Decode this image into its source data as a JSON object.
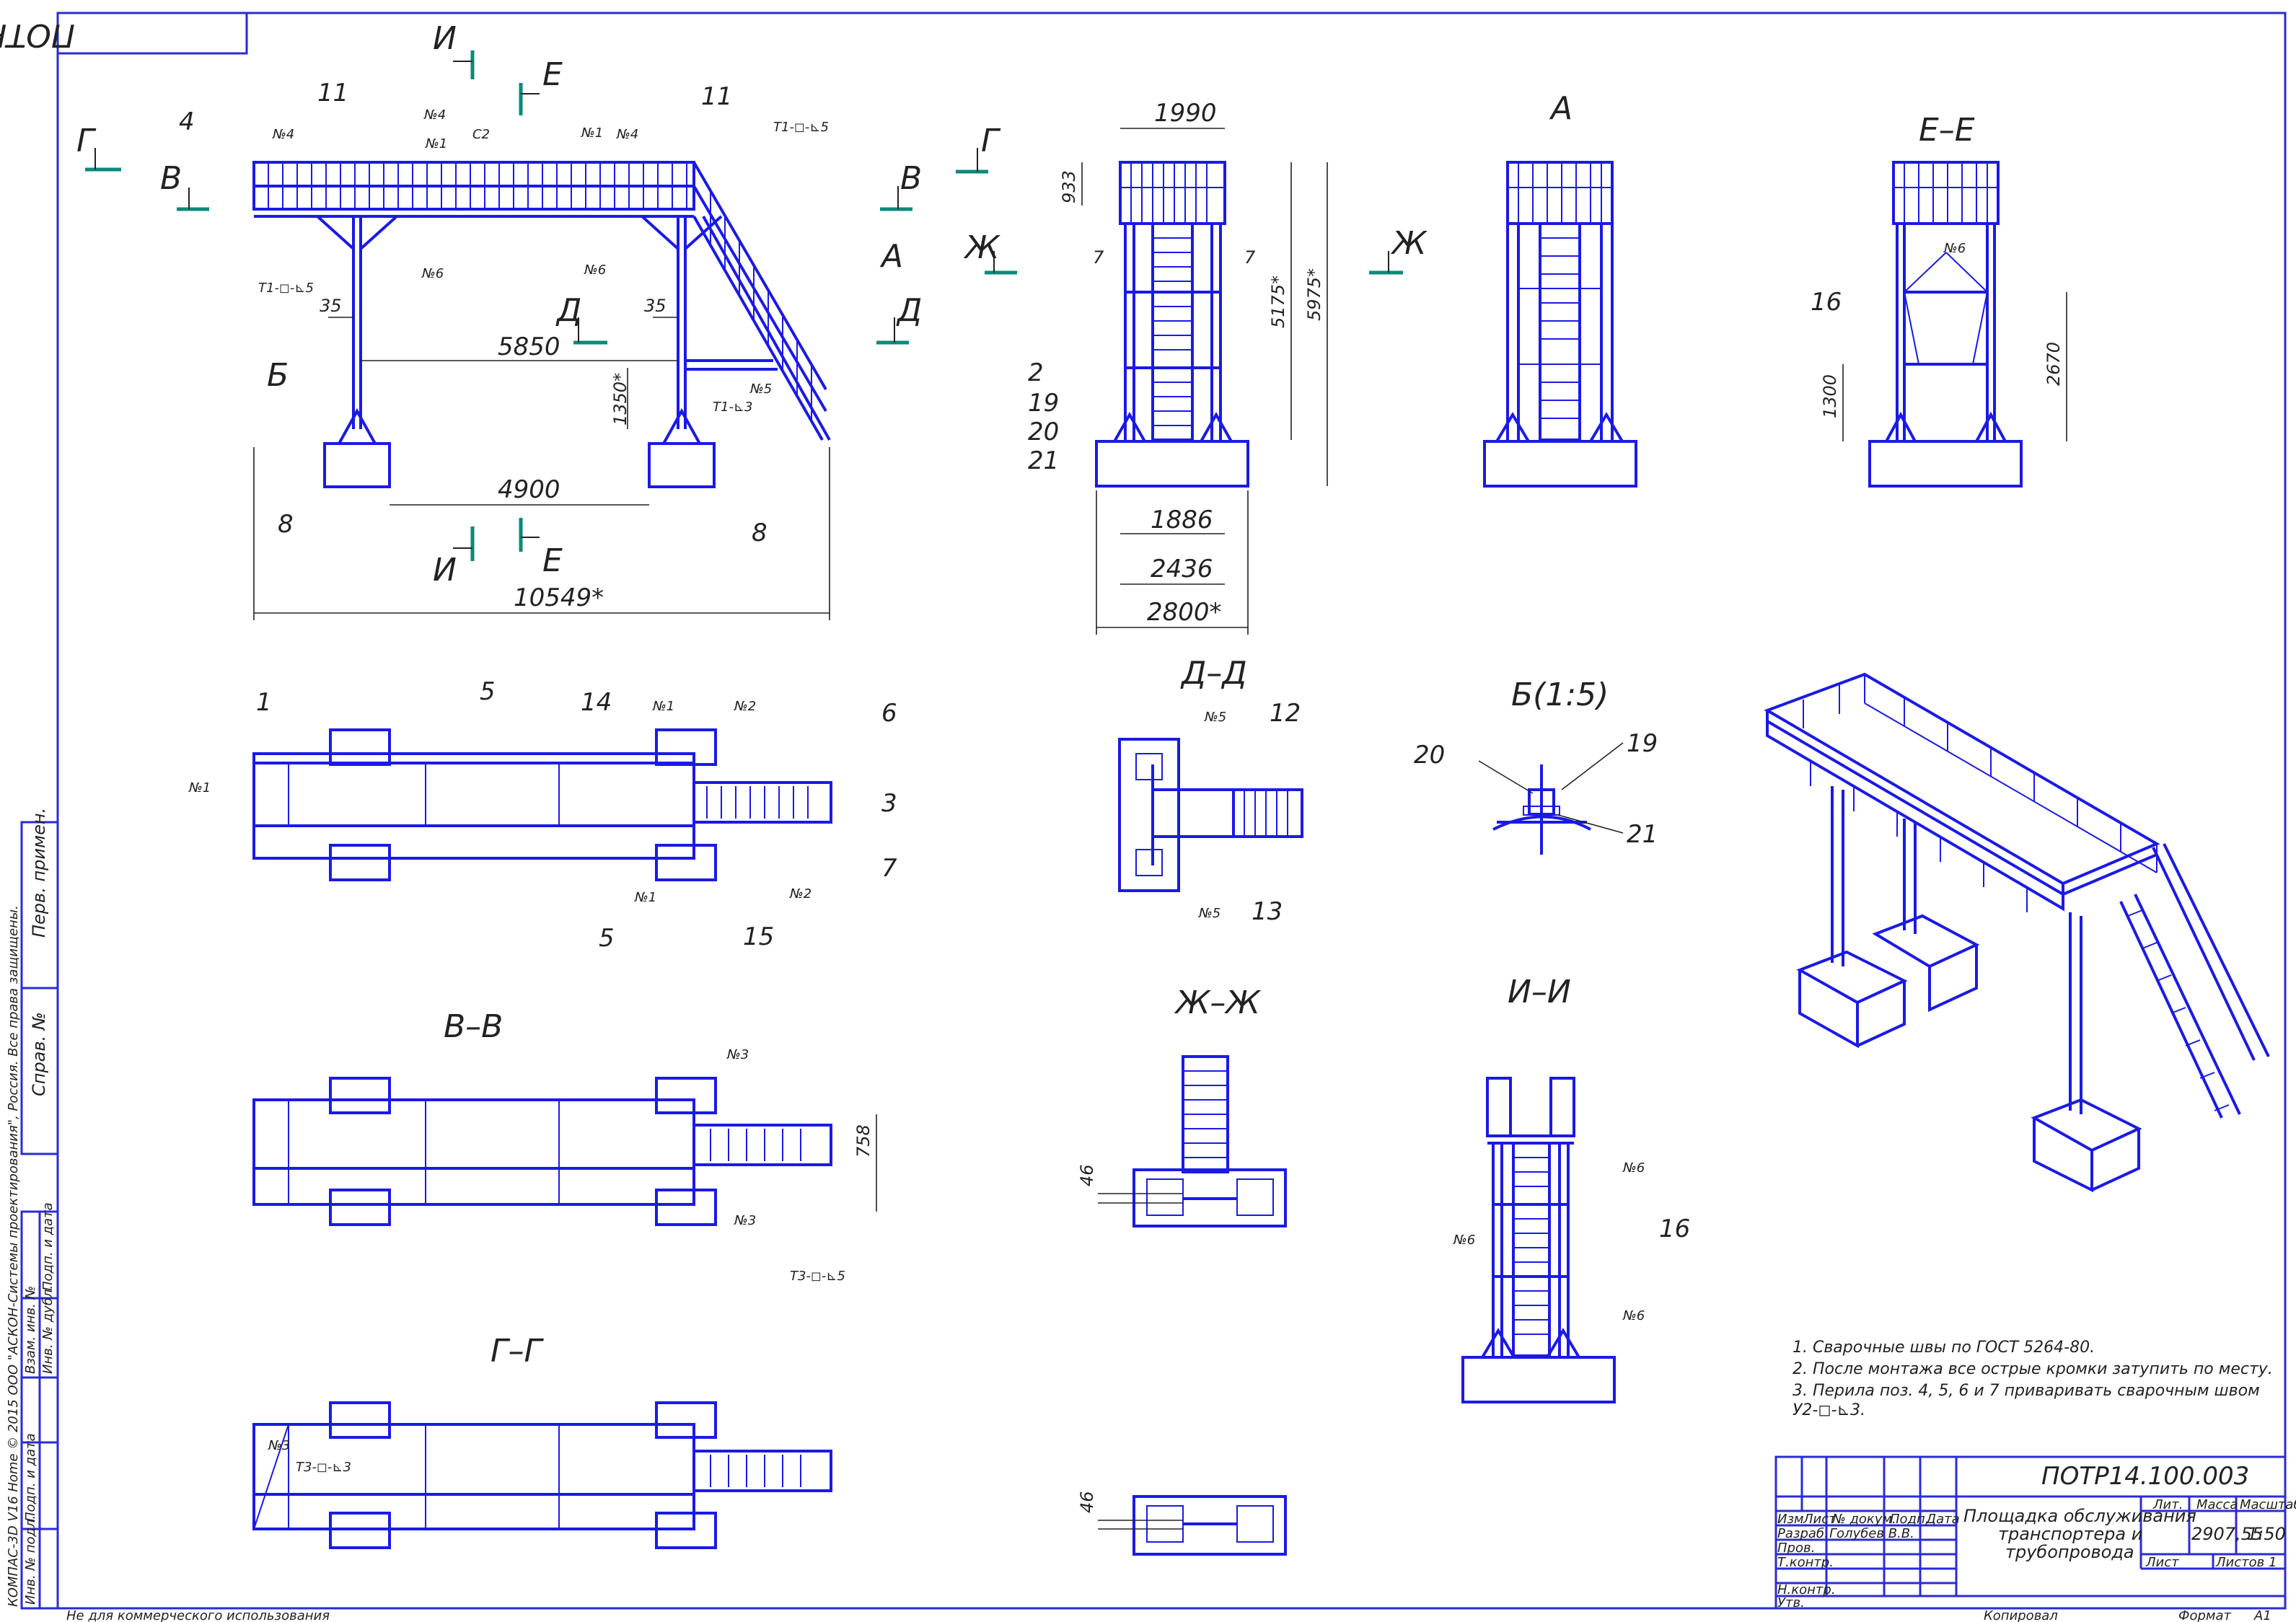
{
  "drawing_code": "ПОТР14.100.003",
  "title_lines": [
    "Площадка обслуживания",
    "транспортера и",
    "трубопровода"
  ],
  "views": {
    "A": "А",
    "EE": "Е–Е",
    "DD": "Д–Д",
    "B15": "Б(1:5)",
    "VV": "В–В",
    "GG": "Г–Г",
    "ZhZh": "Ж–Ж",
    "II": "И–И"
  },
  "section_marks": {
    "I": "И",
    "E": "Е",
    "G": "Г",
    "V": "В",
    "A": "А",
    "D": "Д",
    "Zh": "Ж",
    "B": "Б"
  },
  "dimensions": {
    "d5850": "5850",
    "d4900": "4900",
    "d10549": "10549*",
    "d1350": "1350*",
    "d35a": "35",
    "d35b": "35",
    "d1990": "1990",
    "d933": "933",
    "d5175": "5175*",
    "d5975": "5975*",
    "d7a": "7",
    "d7b": "7",
    "d1886": "1886",
    "d2436": "2436",
    "d2800": "2800*",
    "d2670": "2670",
    "d1300": "1300",
    "d758": "758",
    "d46a": "46",
    "d46b": "46"
  },
  "positions": {
    "p1": "1",
    "p2": "2",
    "p3": "3",
    "p4": "4",
    "p5": "5",
    "p6": "6",
    "p7": "7",
    "p8": "8",
    "p11": "11",
    "p12": "12",
    "p13": "13",
    "p14": "14",
    "p15": "15",
    "p16": "16",
    "p19": "19",
    "p20": "20",
    "p21": "21"
  },
  "weld_marks": {
    "n1": "№1",
    "n2": "№2",
    "n3": "№3",
    "n4": "№4",
    "n5": "№5",
    "n6": "№6",
    "c2": "С2",
    "t1_5": "Т1-◻-⊾5",
    "t1_3": "Т1-⊾3",
    "t3_5": "Т3-◻-⊾5",
    "t3_3": "Т3-◻-⊾3"
  },
  "notes": [
    "1. Сварочные швы по ГОСТ 5264-80.",
    "2. После монтажа все острые кромки затупить по месту.",
    "3. Перила поз. 4, 5, 6 и 7 приваривать сварочным швом",
    "У2-◻-⊾3."
  ],
  "title_block": {
    "header_cells": [
      "Изм",
      "Лист",
      "№ докум.",
      "Подп.",
      "Дата"
    ],
    "roles": [
      "Разраб.",
      "Пров.",
      "Т.контр.",
      "",
      "Н.контр.",
      "Утв."
    ],
    "developer": "Голубев В.В.",
    "lit_label": "Лит.",
    "mass_label": "Масса",
    "scale_label": "Масштаб",
    "mass": "2907,55",
    "scale": "1:50",
    "sheet_label": "Лист",
    "sheets_label": "Листов",
    "sheets": "1",
    "copied": "Копировал",
    "format_label": "Формат",
    "format": "А1"
  },
  "side_strip": {
    "perv_primen": "Перв. примен.",
    "sprav": "Справ. №",
    "podp_data1": "Подп. и дата",
    "inv_dubl": "Инв. № дубл.",
    "vzam_inv": "Взам. инв. №",
    "podp_data2": "Подп. и дата",
    "inv_podl": "Инв. № подл.",
    "software": "КОМПАС-3D V16 Home © 2015 ООО \"АСКОН-Системы проектирования\", Россия. Все права защищены."
  },
  "footer_notice": "Не для коммерческого использования"
}
